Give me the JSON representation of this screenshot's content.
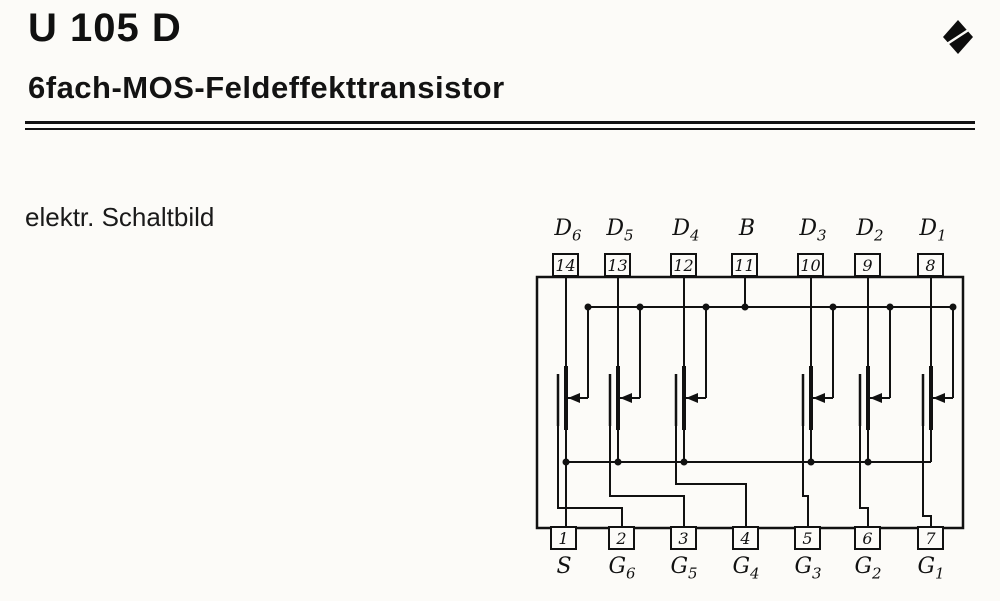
{
  "header": {
    "part_number": "U 105 D",
    "subtitle": "6fach-MOS-Feldeffekttransistor"
  },
  "section": {
    "label": "elektr. Schaltbild"
  },
  "icons": {
    "corner_marker": "black-diamond"
  },
  "colors": {
    "ink": "#111111",
    "paper": "#fcfbf8"
  },
  "schematic": {
    "pins_top": [
      {
        "number": "14",
        "label": "D",
        "sub": "6"
      },
      {
        "number": "13",
        "label": "D",
        "sub": "5"
      },
      {
        "number": "12",
        "label": "D",
        "sub": "4"
      },
      {
        "number": "11",
        "label": "B",
        "sub": ""
      },
      {
        "number": "10",
        "label": "D",
        "sub": "3"
      },
      {
        "number": "9",
        "label": "D",
        "sub": "2"
      },
      {
        "number": "8",
        "label": "D",
        "sub": "1"
      }
    ],
    "pins_bottom": [
      {
        "number": "1",
        "label": "S",
        "sub": ""
      },
      {
        "number": "2",
        "label": "G",
        "sub": "6"
      },
      {
        "number": "3",
        "label": "G",
        "sub": "5"
      },
      {
        "number": "4",
        "label": "G",
        "sub": "4"
      },
      {
        "number": "5",
        "label": "G",
        "sub": "3"
      },
      {
        "number": "6",
        "label": "G",
        "sub": "2"
      },
      {
        "number": "7",
        "label": "G",
        "sub": "1"
      }
    ]
  }
}
